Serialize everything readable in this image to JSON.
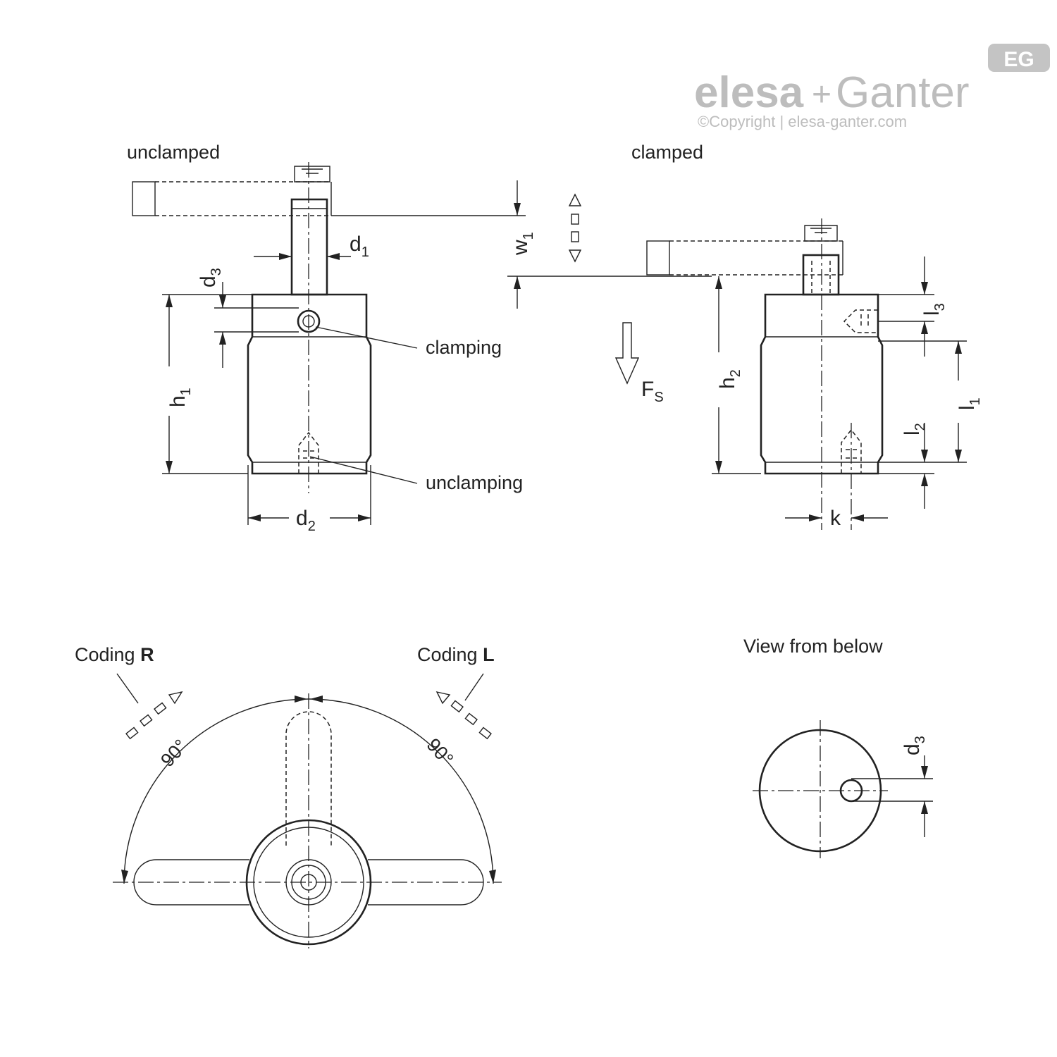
{
  "brand": {
    "name_part1": "elesa",
    "plus": "+",
    "name_part2": "Ganter",
    "copyright": "©Copyright | elesa-ganter.com",
    "badge": "EG"
  },
  "views": {
    "unclamped": "unclamped",
    "clamped": "clamped",
    "view_from_below": "View from below"
  },
  "callouts": {
    "clamping": "clamping",
    "unclamping": "unclamping"
  },
  "coding": {
    "r_prefix": "Coding",
    "r_letter": "R",
    "l_prefix": "Coding",
    "l_letter": "L",
    "angle_left": "90°",
    "angle_right": "90°"
  },
  "dimensions": {
    "d": "d",
    "h": "h",
    "w": "w",
    "l": "l",
    "k": "k",
    "F": "F",
    "S": "S",
    "one": "1",
    "two": "2",
    "three": "3"
  }
}
